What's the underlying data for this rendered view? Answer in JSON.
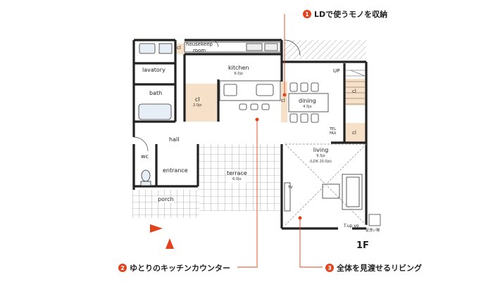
{
  "floor_label": "1F",
  "callouts": [
    {
      "num": "1",
      "text": "LDで使うモノを収納"
    },
    {
      "num": "2",
      "text": "ゆとりのキッチンカウンター"
    },
    {
      "num": "3",
      "text": "全体を見渡せるリビング"
    }
  ],
  "rooms": {
    "housekeep": {
      "line1": "housekeep",
      "line2": "room"
    },
    "kitchen": {
      "name": "kitchen",
      "size": "6.0jo"
    },
    "lavatory": {
      "name": "lavatory"
    },
    "bath": {
      "name": "bath"
    },
    "cl_top": {
      "name": "cl"
    },
    "cl_big": {
      "name": "cl",
      "size": "2.0jo"
    },
    "cl_dining": {
      "name": "cl"
    },
    "cl_stair": {
      "name": "cl"
    },
    "cl_stair2": {
      "name": "cl"
    },
    "dining": {
      "name": "dining",
      "size": "4.5jo"
    },
    "up": {
      "name": "UP"
    },
    "telfax": {
      "line1": "TEL",
      "line2": "FAX"
    },
    "hall": {
      "name": "hall"
    },
    "wc": {
      "name": "wc"
    },
    "entrance": {
      "name": "entrance"
    },
    "terrace": {
      "name": "terrace",
      "size": "6.0jo"
    },
    "living": {
      "name": "living",
      "size": "9.5jo",
      "size2": "(LDK 20.0jo)"
    },
    "porch": {
      "name": "porch"
    },
    "tv": {
      "name": "TV"
    },
    "tupvo": {
      "name": "T.up vo"
    },
    "footwash": {
      "name": "足洗い場"
    }
  },
  "colors": {
    "accent": "#e0441f",
    "wall": "#222222",
    "floor_wood": "#f7e0c8"
  }
}
